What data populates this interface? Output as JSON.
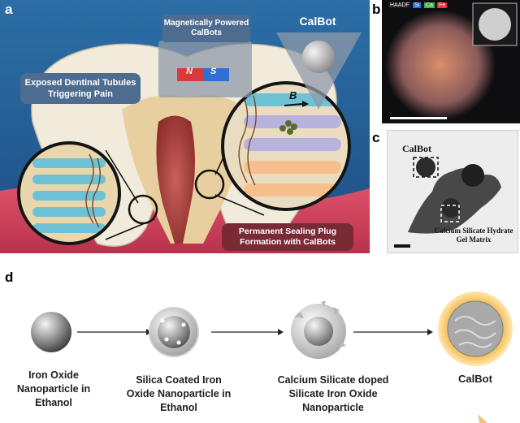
{
  "panel_a": {
    "label": "a",
    "callout_magnet": "Magnetically Powered CalBots",
    "callout_calbot": "CalBot",
    "callout_tubules": "Exposed Dentinal Tubules Triggering Pain",
    "callout_plug": "Permanent Sealing Plug Formation with CalBots",
    "magnet_n": "N",
    "magnet_s": "S",
    "field_symbol": "B"
  },
  "panel_b": {
    "label": "b",
    "legend": [
      "HAADF",
      "Si",
      "Ca",
      "Fe"
    ],
    "legend_colors": [
      "#1a1a1a",
      "#1f6fe0",
      "#3fb043",
      "#e03030"
    ]
  },
  "panel_c": {
    "label": "c",
    "annot_calbot": "CalBot",
    "annot_gel": "Calcium Silicate Hydrate Gel Matrix"
  },
  "panel_d": {
    "label": "d",
    "steps": [
      "Iron Oxide Nanoparticle in Ethanol",
      "Silica Coated Iron Oxide Nanoparticle in Ethanol",
      "Calcium Silicate doped Silicate Iron Oxide Nanoparticle",
      "CalBot"
    ]
  }
}
